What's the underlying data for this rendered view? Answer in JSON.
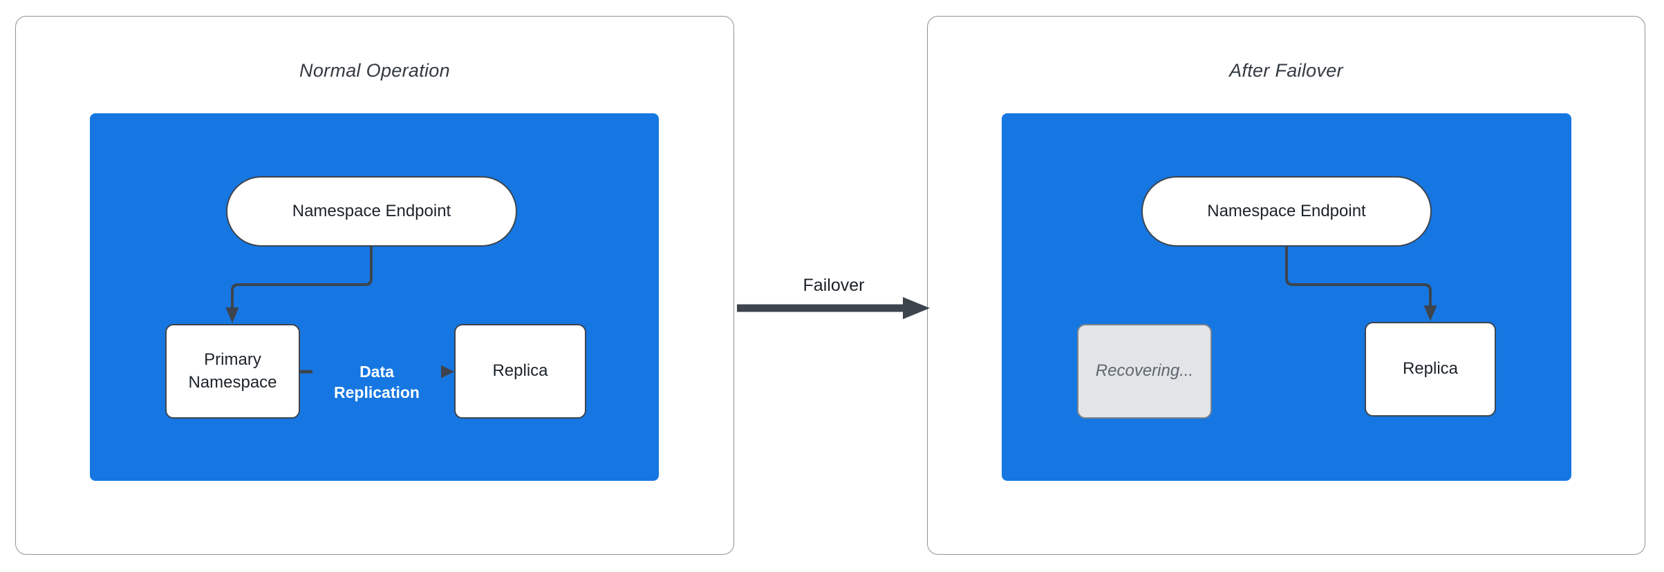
{
  "diagram": {
    "panels": [
      {
        "title": "Normal Operation",
        "endpoint": "Namespace Endpoint",
        "primary": "Primary Namespace",
        "replica": "Replica",
        "replication_label": "Data Replication"
      },
      {
        "title": "After Failover",
        "endpoint": "Namespace Endpoint",
        "recovering": "Recovering...",
        "replica": "Replica"
      }
    ],
    "transition": {
      "label": "Failover"
    },
    "colors": {
      "container_blue": "#1677e2",
      "stroke_dark": "#3d444d",
      "panel_border": "#8d9298",
      "node_fill": "#ffffff",
      "recovering_fill": "#e2e4e7",
      "recovering_text": "#5f6670",
      "replication_text": "#ffffff"
    }
  }
}
